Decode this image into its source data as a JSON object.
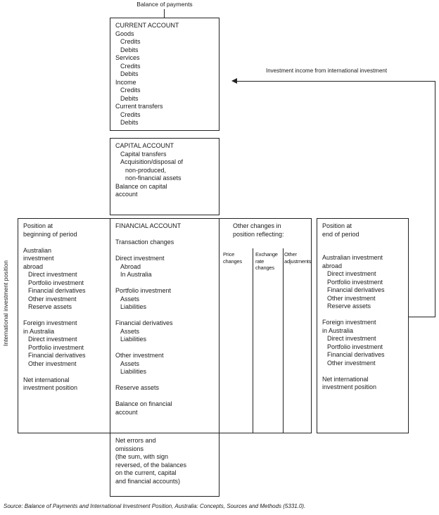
{
  "title": "Balance of payments",
  "side_label": "International investment position",
  "arrow_label": "Investment income from international investment",
  "source": "Source: Balance of Payments and International Investment Position, Australia: Concepts, Sources and Methods (5331.0).",
  "current_account": {
    "heading": "CURRENT ACCOUNT",
    "lines": [
      {
        "text": "Goods",
        "indent": 0
      },
      {
        "text": "Credits",
        "indent": 1
      },
      {
        "text": "Debits",
        "indent": 1
      },
      {
        "text": "Services",
        "indent": 0
      },
      {
        "text": "Credits",
        "indent": 1
      },
      {
        "text": "Debits",
        "indent": 1
      },
      {
        "text": "Income",
        "indent": 0
      },
      {
        "text": "Credits",
        "indent": 1
      },
      {
        "text": "Debits",
        "indent": 1
      },
      {
        "text": "Current transfers",
        "indent": 0
      },
      {
        "text": "Credits",
        "indent": 1
      },
      {
        "text": "Debits",
        "indent": 1
      }
    ]
  },
  "capital_account": {
    "heading": "CAPITAL ACCOUNT",
    "lines": [
      {
        "text": "Capital transfers",
        "indent": 1
      },
      {
        "text": "Acquisition/disposal of",
        "indent": 1
      },
      {
        "text": "non-produced,",
        "indent": 2
      },
      {
        "text": "non-financial assets",
        "indent": 2
      },
      {
        "text": "Balance on capital",
        "indent": 0
      },
      {
        "text": "account",
        "indent": 0
      }
    ]
  },
  "financial_account": {
    "heading": "FINANCIAL ACCOUNT",
    "lines": [
      {
        "text": "Transaction changes",
        "indent": 0,
        "gap": 1
      },
      {
        "text": "Direct investment",
        "indent": 0,
        "gap": 1
      },
      {
        "text": "Abroad",
        "indent": 1
      },
      {
        "text": "In Australia",
        "indent": 1
      },
      {
        "text": "Portfolio investment",
        "indent": 0,
        "gap": 1
      },
      {
        "text": "Assets",
        "indent": 1
      },
      {
        "text": "Liabilities",
        "indent": 1
      },
      {
        "text": "Financial derivatives",
        "indent": 0,
        "gap": 1
      },
      {
        "text": "Assets",
        "indent": 1
      },
      {
        "text": "Liabilities",
        "indent": 1
      },
      {
        "text": "Other investment",
        "indent": 0,
        "gap": 1
      },
      {
        "text": "Assets",
        "indent": 1
      },
      {
        "text": "Liabilities",
        "indent": 1
      },
      {
        "text": "Reserve assets",
        "indent": 0,
        "gap": 1
      },
      {
        "text": "Balance on financial",
        "indent": 0,
        "gap": 1
      },
      {
        "text": "account",
        "indent": 0
      }
    ]
  },
  "position_beginning": {
    "lines": [
      {
        "text": "Position at",
        "indent": 0
      },
      {
        "text": "beginning of period",
        "indent": 0
      },
      {
        "text": "Australian",
        "indent": 0,
        "gap": 1
      },
      {
        "text": "investment",
        "indent": 0
      },
      {
        "text": "abroad",
        "indent": 0
      },
      {
        "text": "Direct investment",
        "indent": 1
      },
      {
        "text": "Portfolio investment",
        "indent": 1
      },
      {
        "text": "Financial derivatives",
        "indent": 1
      },
      {
        "text": "Other investment",
        "indent": 1
      },
      {
        "text": "Reserve assets",
        "indent": 1
      },
      {
        "text": "Foreign investment",
        "indent": 0,
        "gap": 1
      },
      {
        "text": "in Australia",
        "indent": 0
      },
      {
        "text": "Direct investment",
        "indent": 1
      },
      {
        "text": "Portfolio investment",
        "indent": 1
      },
      {
        "text": "Financial derivatives",
        "indent": 1
      },
      {
        "text": "Other investment",
        "indent": 1
      },
      {
        "text": "Net international",
        "indent": 0,
        "gap": 1
      },
      {
        "text": "investment position",
        "indent": 0
      }
    ]
  },
  "other_changes": {
    "heading_line1": "Other changes in",
    "heading_line2": "position reflecting:",
    "columns": [
      {
        "lines": [
          "Price",
          "changes"
        ]
      },
      {
        "lines": [
          "Exchange",
          "rate",
          "changes"
        ]
      },
      {
        "lines": [
          "Other",
          "adjustments"
        ]
      }
    ]
  },
  "position_end": {
    "lines": [
      {
        "text": "Position at",
        "indent": 0
      },
      {
        "text": "end of period",
        "indent": 0
      },
      {
        "text": "Australian investment",
        "indent": 0,
        "gap": 2
      },
      {
        "text": "abroad",
        "indent": 0
      },
      {
        "text": "Direct investment",
        "indent": 1
      },
      {
        "text": "Portfolio investment",
        "indent": 1
      },
      {
        "text": "Financial derivatives",
        "indent": 1
      },
      {
        "text": "Other investment",
        "indent": 1
      },
      {
        "text": "Reserve assets",
        "indent": 1
      },
      {
        "text": "Foreign investment",
        "indent": 0,
        "gap": 1
      },
      {
        "text": "in Australia",
        "indent": 0
      },
      {
        "text": "Direct investment",
        "indent": 1
      },
      {
        "text": "Portfolio investment",
        "indent": 1
      },
      {
        "text": "Financial derivatives",
        "indent": 1
      },
      {
        "text": "Other investment",
        "indent": 1
      },
      {
        "text": "Net international",
        "indent": 0,
        "gap": 1
      },
      {
        "text": "investment position",
        "indent": 0
      }
    ]
  },
  "net_errors": {
    "lines": [
      {
        "text": "Net errors and",
        "indent": 0
      },
      {
        "text": "omissions",
        "indent": 0
      },
      {
        "text": "(the sum, with sign",
        "indent": 0
      },
      {
        "text": "reversed, of the balances",
        "indent": 0
      },
      {
        "text": "on the current, capital",
        "indent": 0
      },
      {
        "text": "and financial accounts)",
        "indent": 0
      }
    ]
  }
}
